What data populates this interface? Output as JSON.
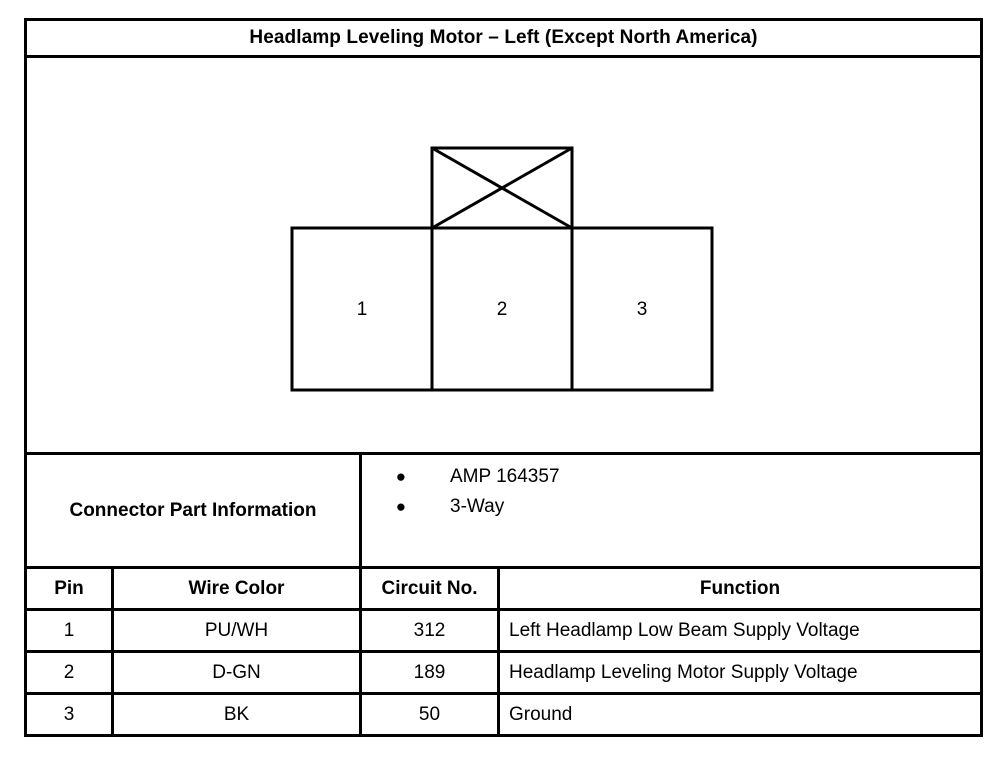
{
  "title": "Headlamp Leveling Motor – Left (Except North America)",
  "connector_diagram": {
    "name": "3-way connector face view",
    "cells": [
      {
        "label": "1"
      },
      {
        "label": "2"
      },
      {
        "label": "3"
      }
    ],
    "tab": {
      "name": "keying-tab",
      "marking": "x-cross"
    }
  },
  "connector_part_information": {
    "label": "Connector Part Information",
    "bullet": "●",
    "items": [
      "AMP 164357",
      "3-Way"
    ]
  },
  "pin_table": {
    "headers": {
      "pin": "Pin",
      "wire_color": "Wire Color",
      "circuit_no": "Circuit No.",
      "function": "Function"
    },
    "rows": [
      {
        "pin": "1",
        "wire_color": "PU/WH",
        "circuit_no": "312",
        "function": "Left Headlamp Low Beam Supply Voltage"
      },
      {
        "pin": "2",
        "wire_color": "D-GN",
        "circuit_no": "189",
        "function": "Headlamp Leveling Motor Supply Voltage"
      },
      {
        "pin": "3",
        "wire_color": "BK",
        "circuit_no": "50",
        "function": "Ground"
      }
    ]
  },
  "colors": {
    "line": "#000000",
    "background": "#ffffff"
  }
}
